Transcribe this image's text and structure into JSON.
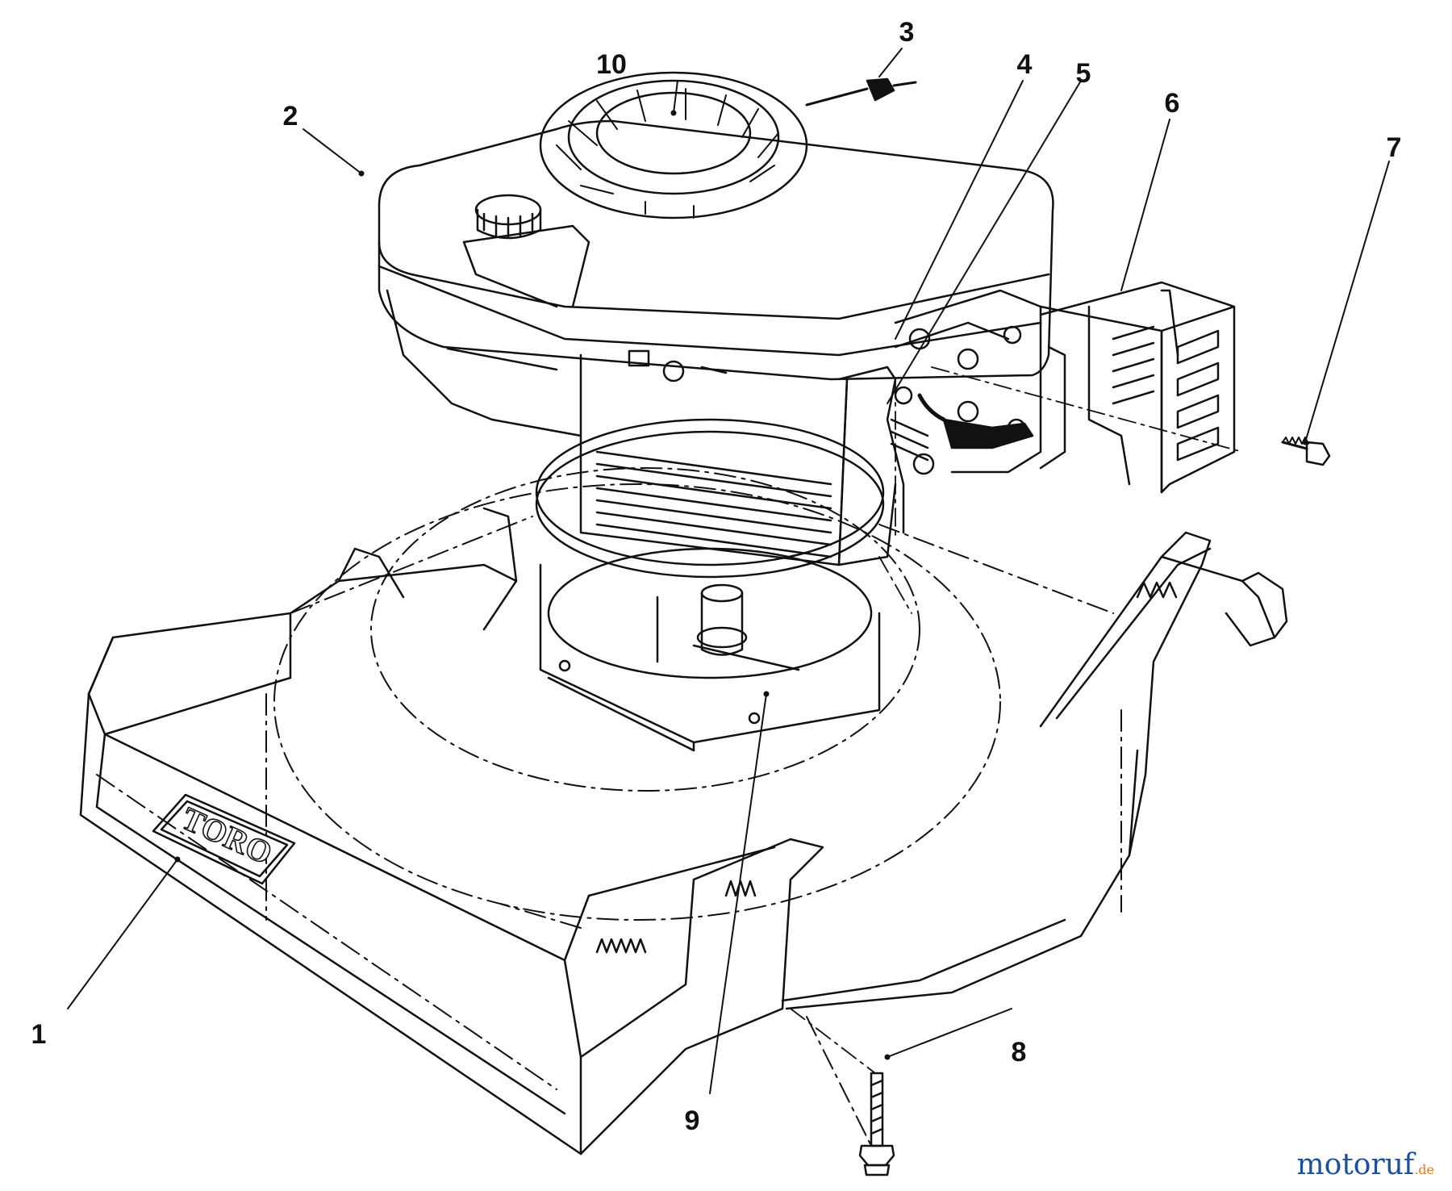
{
  "callouts": [
    "1",
    "2",
    "3",
    "4",
    "5",
    "6",
    "7",
    "8",
    "9",
    "10"
  ],
  "logo_text": "TORO",
  "watermark": {
    "brand": "motoruf",
    "tld": ".de"
  },
  "colors": {
    "line": "#111111",
    "background": "#ffffff",
    "watermark_blue": "#1f4e9a",
    "watermark_orange": "#e07a1c"
  }
}
